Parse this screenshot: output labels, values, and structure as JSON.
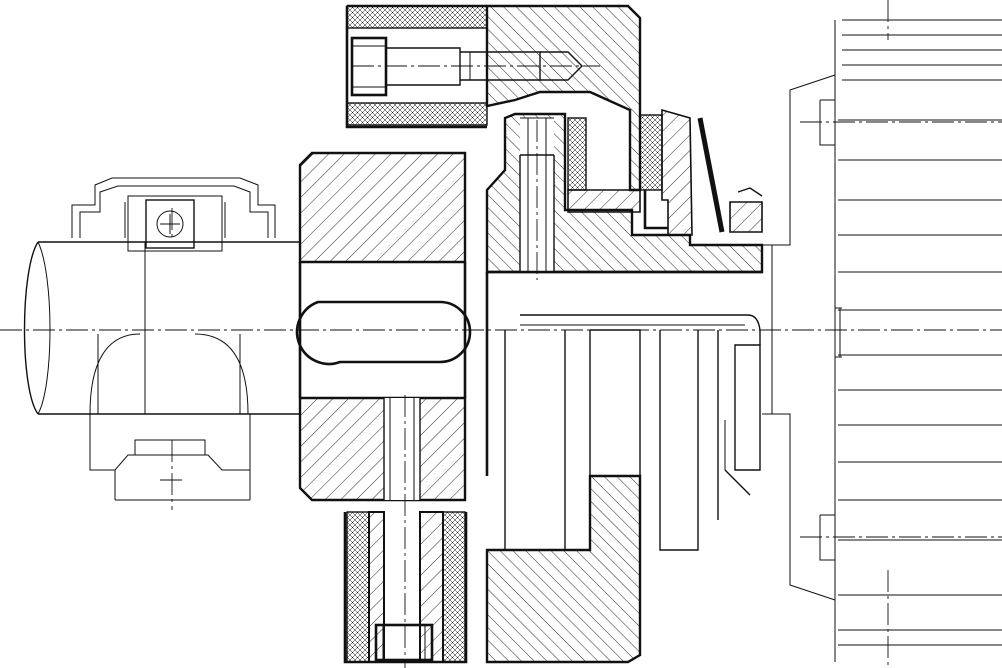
{
  "drawing": {
    "kind": "mechanical cross-section",
    "colors": {
      "line": "#111111",
      "background": "#ffffff"
    },
    "hatch_patterns": [
      "diagonal-wide-hatch",
      "diagonal-narrow-hatch",
      "cross-hatch-bushing"
    ]
  }
}
